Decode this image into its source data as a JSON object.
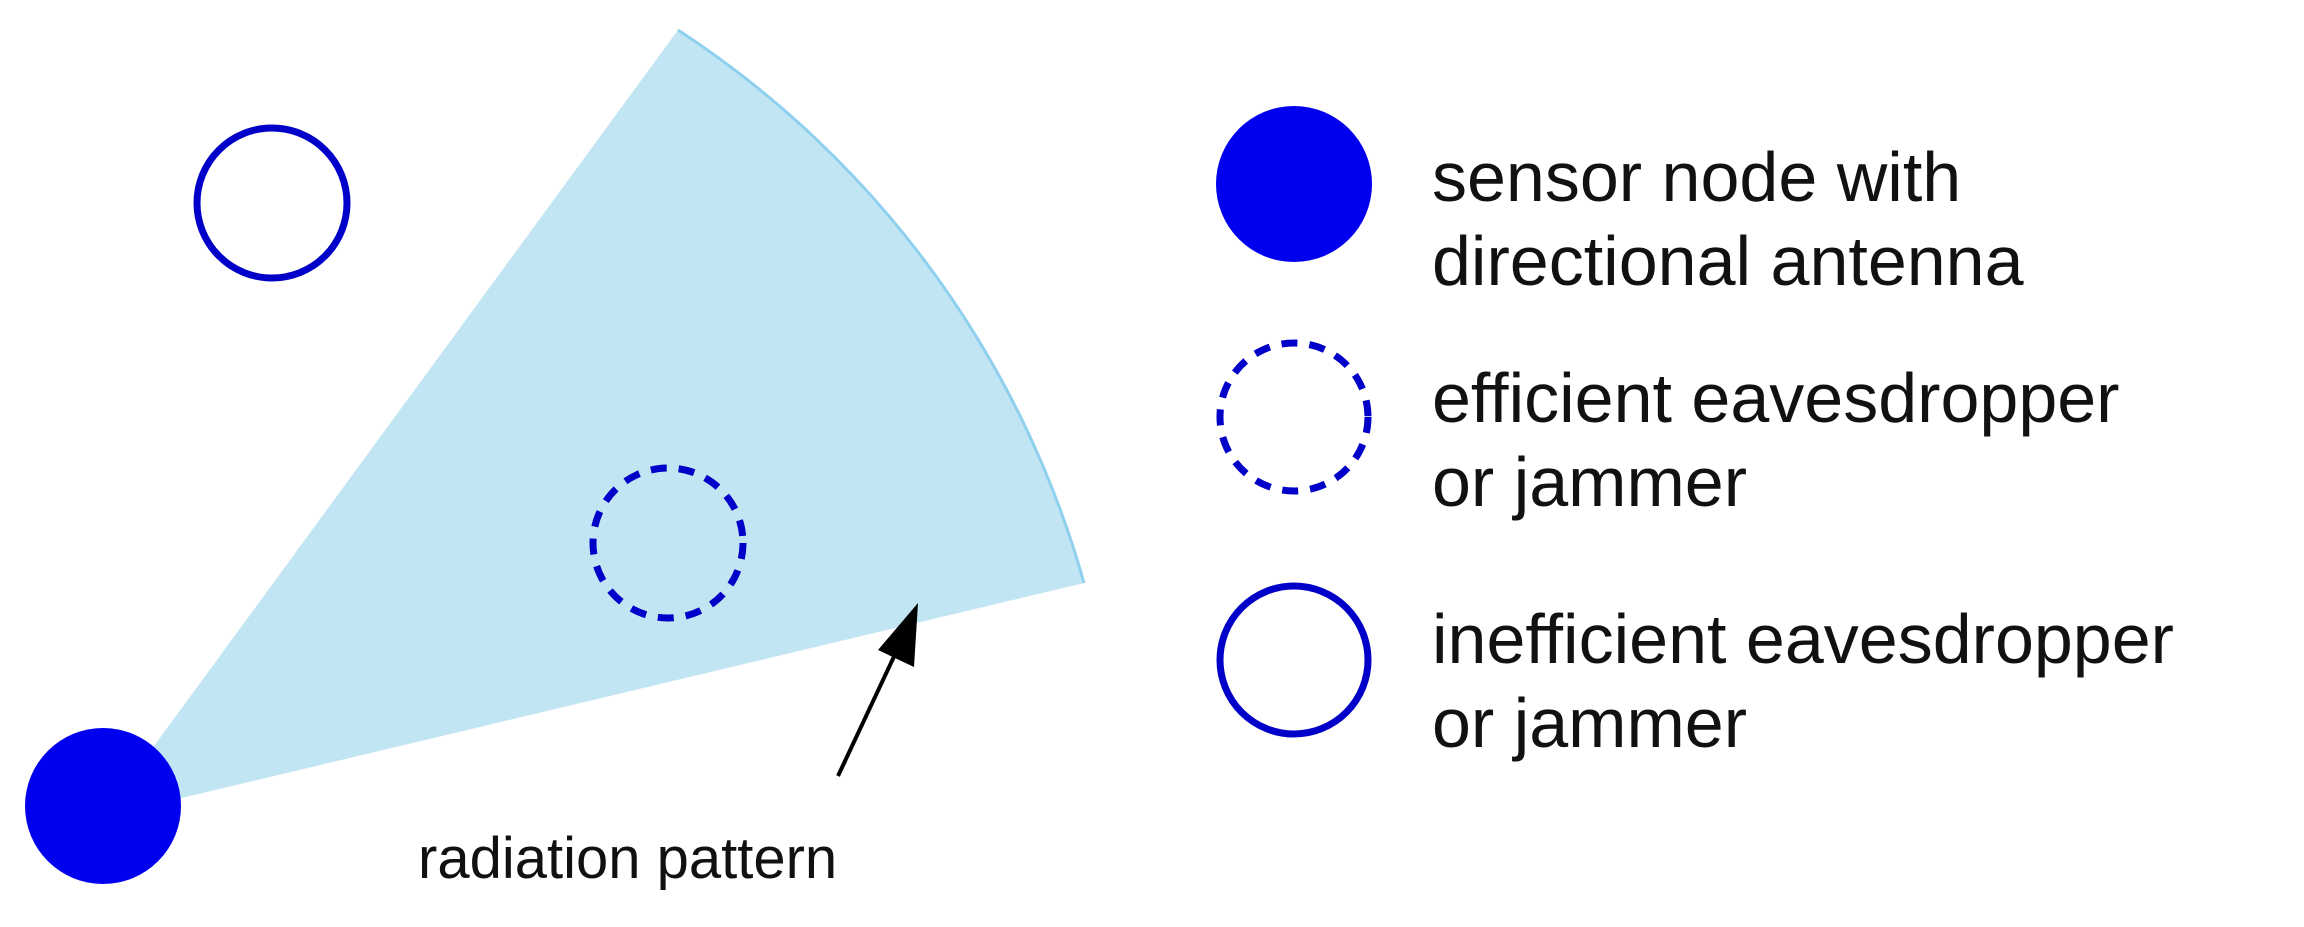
{
  "colors": {
    "node": "#0000ee",
    "beam_fill": "#c2e5f3",
    "beam_edge": "#8fd0ee",
    "arrow": "#000000",
    "text": "#111111"
  },
  "diagram": {
    "callout_label": "radiation pattern"
  },
  "legend": {
    "items": [
      {
        "symbol": "filled-circle",
        "lines": [
          "sensor node with",
          "directional antenna"
        ]
      },
      {
        "symbol": "dashed-circle",
        "lines": [
          "efficient eavesdropper",
          "or jammer"
        ]
      },
      {
        "symbol": "open-circle",
        "lines": [
          "inefficient eavesdropper",
          "or jammer"
        ]
      }
    ]
  }
}
